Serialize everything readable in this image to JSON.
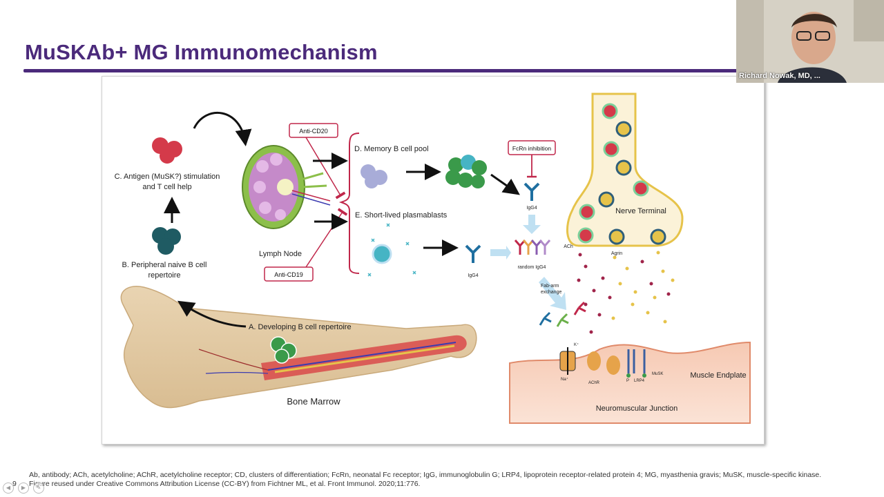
{
  "slide": {
    "title": "MuSKAb+ MG Immunomechanism",
    "number": "9",
    "footnote_line1": "Ab, antibody; ACh, acetylcholine; AChR, acetylcholine receptor; CD, clusters of differentiation; FcRn, neonatal Fc receptor; IgG, immunoglobulin G; LRP4, lipoprotein receptor-related protein 4; MG, myasthenia gravis; MuSK, muscle-specific kinase.",
    "footnote_line2": "Figure reused under Creative Commons Attribution License (CC-BY) from Fichtner ML, et al. Front Immunol. 2020;11:776."
  },
  "video": {
    "speaker_name": "Richard Nowak, MD, ..."
  },
  "diagram": {
    "label_c": "C. Antigen (MuSK?) stimulation",
    "label_c2": "and T cell help",
    "label_b": "B. Peripheral naive B cell",
    "label_b2": "repertoire",
    "label_a": "A. Developing B cell repertoire",
    "bone_marrow": "Bone Marrow",
    "lymph_node": "Lymph Node",
    "anti_cd20": "Anti-CD20",
    "anti_cd19": "Anti-CD19",
    "label_d": "D. Memory B cell pool",
    "label_e": "E. Short-lived plasmablasts",
    "fcrn": "FcRn inhibition",
    "igg4_top": "IgG4",
    "igg4_bottom": "IgG4",
    "random_igg4": "random IgG4",
    "fab_arm": "Fab-arm",
    "exchange": "exchange",
    "nerve_terminal": "Nerve Terminal",
    "ach": "ACh",
    "agrin": "Agrin",
    "k_plus": "K⁺",
    "na_plus": "Na⁺",
    "achr": "AChR",
    "p": "P",
    "lrp4": "LRP4",
    "musk": "MuSK",
    "muscle_endplate": "Muscle Endplate",
    "nmj": "Neuromuscular Junction"
  }
}
